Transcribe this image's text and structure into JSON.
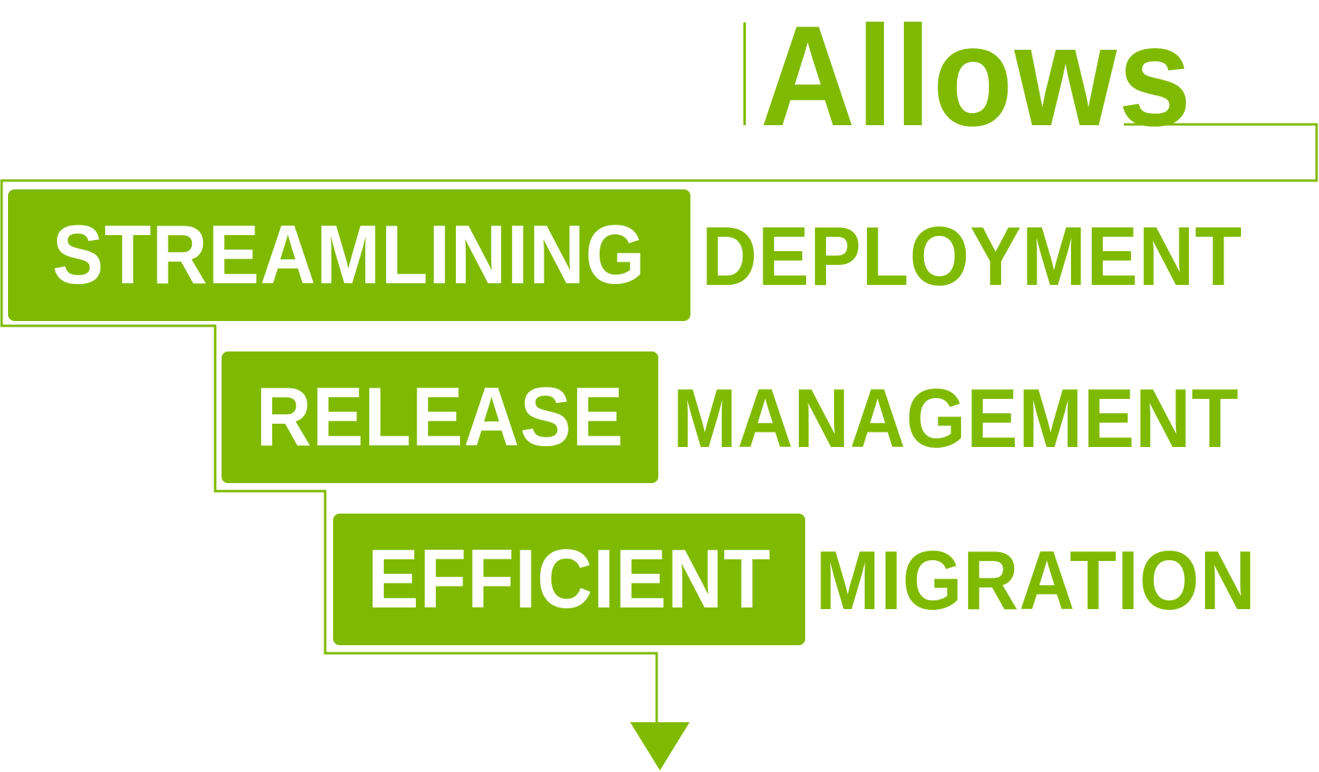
{
  "diagram": {
    "title": "Allows",
    "colors": {
      "accent": "#7fba00",
      "box_text": "#ffffff",
      "background": "#ffffff"
    },
    "steps": [
      {
        "highlight": "STREAMLINING",
        "word": "DEPLOYMENT"
      },
      {
        "highlight": "RELEASE",
        "word": "MANAGEMENT"
      },
      {
        "highlight": "EFFICIENT",
        "word": "MIGRATION"
      }
    ]
  }
}
